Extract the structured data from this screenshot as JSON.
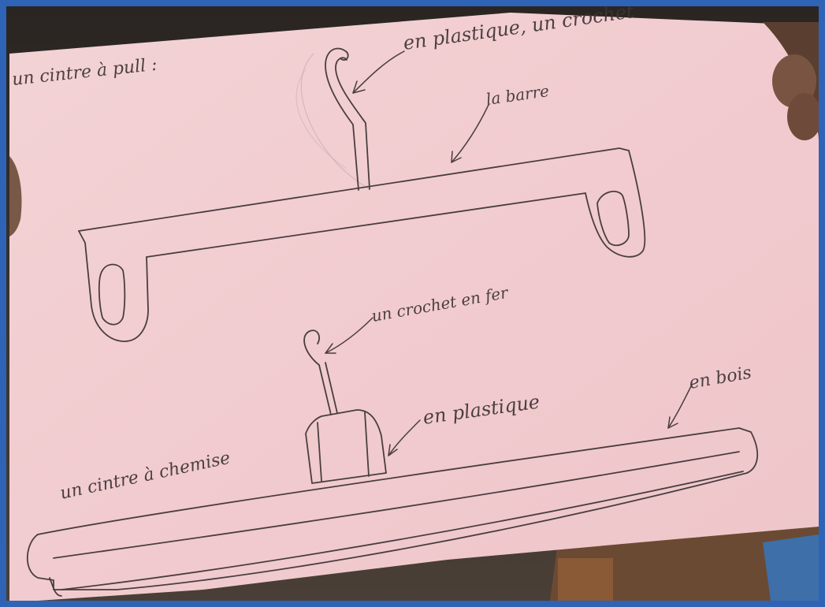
{
  "image": {
    "type": "photo of hand-drawn sketch on pink paper",
    "colors": {
      "frame_border": "#2f63b5",
      "paper": "#f2cdd0",
      "pencil": "#4a3e3e",
      "background": "#3b3531"
    }
  },
  "annotations": {
    "sweater_hanger_title": "un cintre à pull :",
    "plastic_hook": "en plastique, un crochet",
    "bar": "la barre",
    "iron_hook": "un crochet en fer",
    "plastic_part": "en plastique",
    "shirt_hanger_title": "un cintre à chemise",
    "wood": "en bois"
  }
}
